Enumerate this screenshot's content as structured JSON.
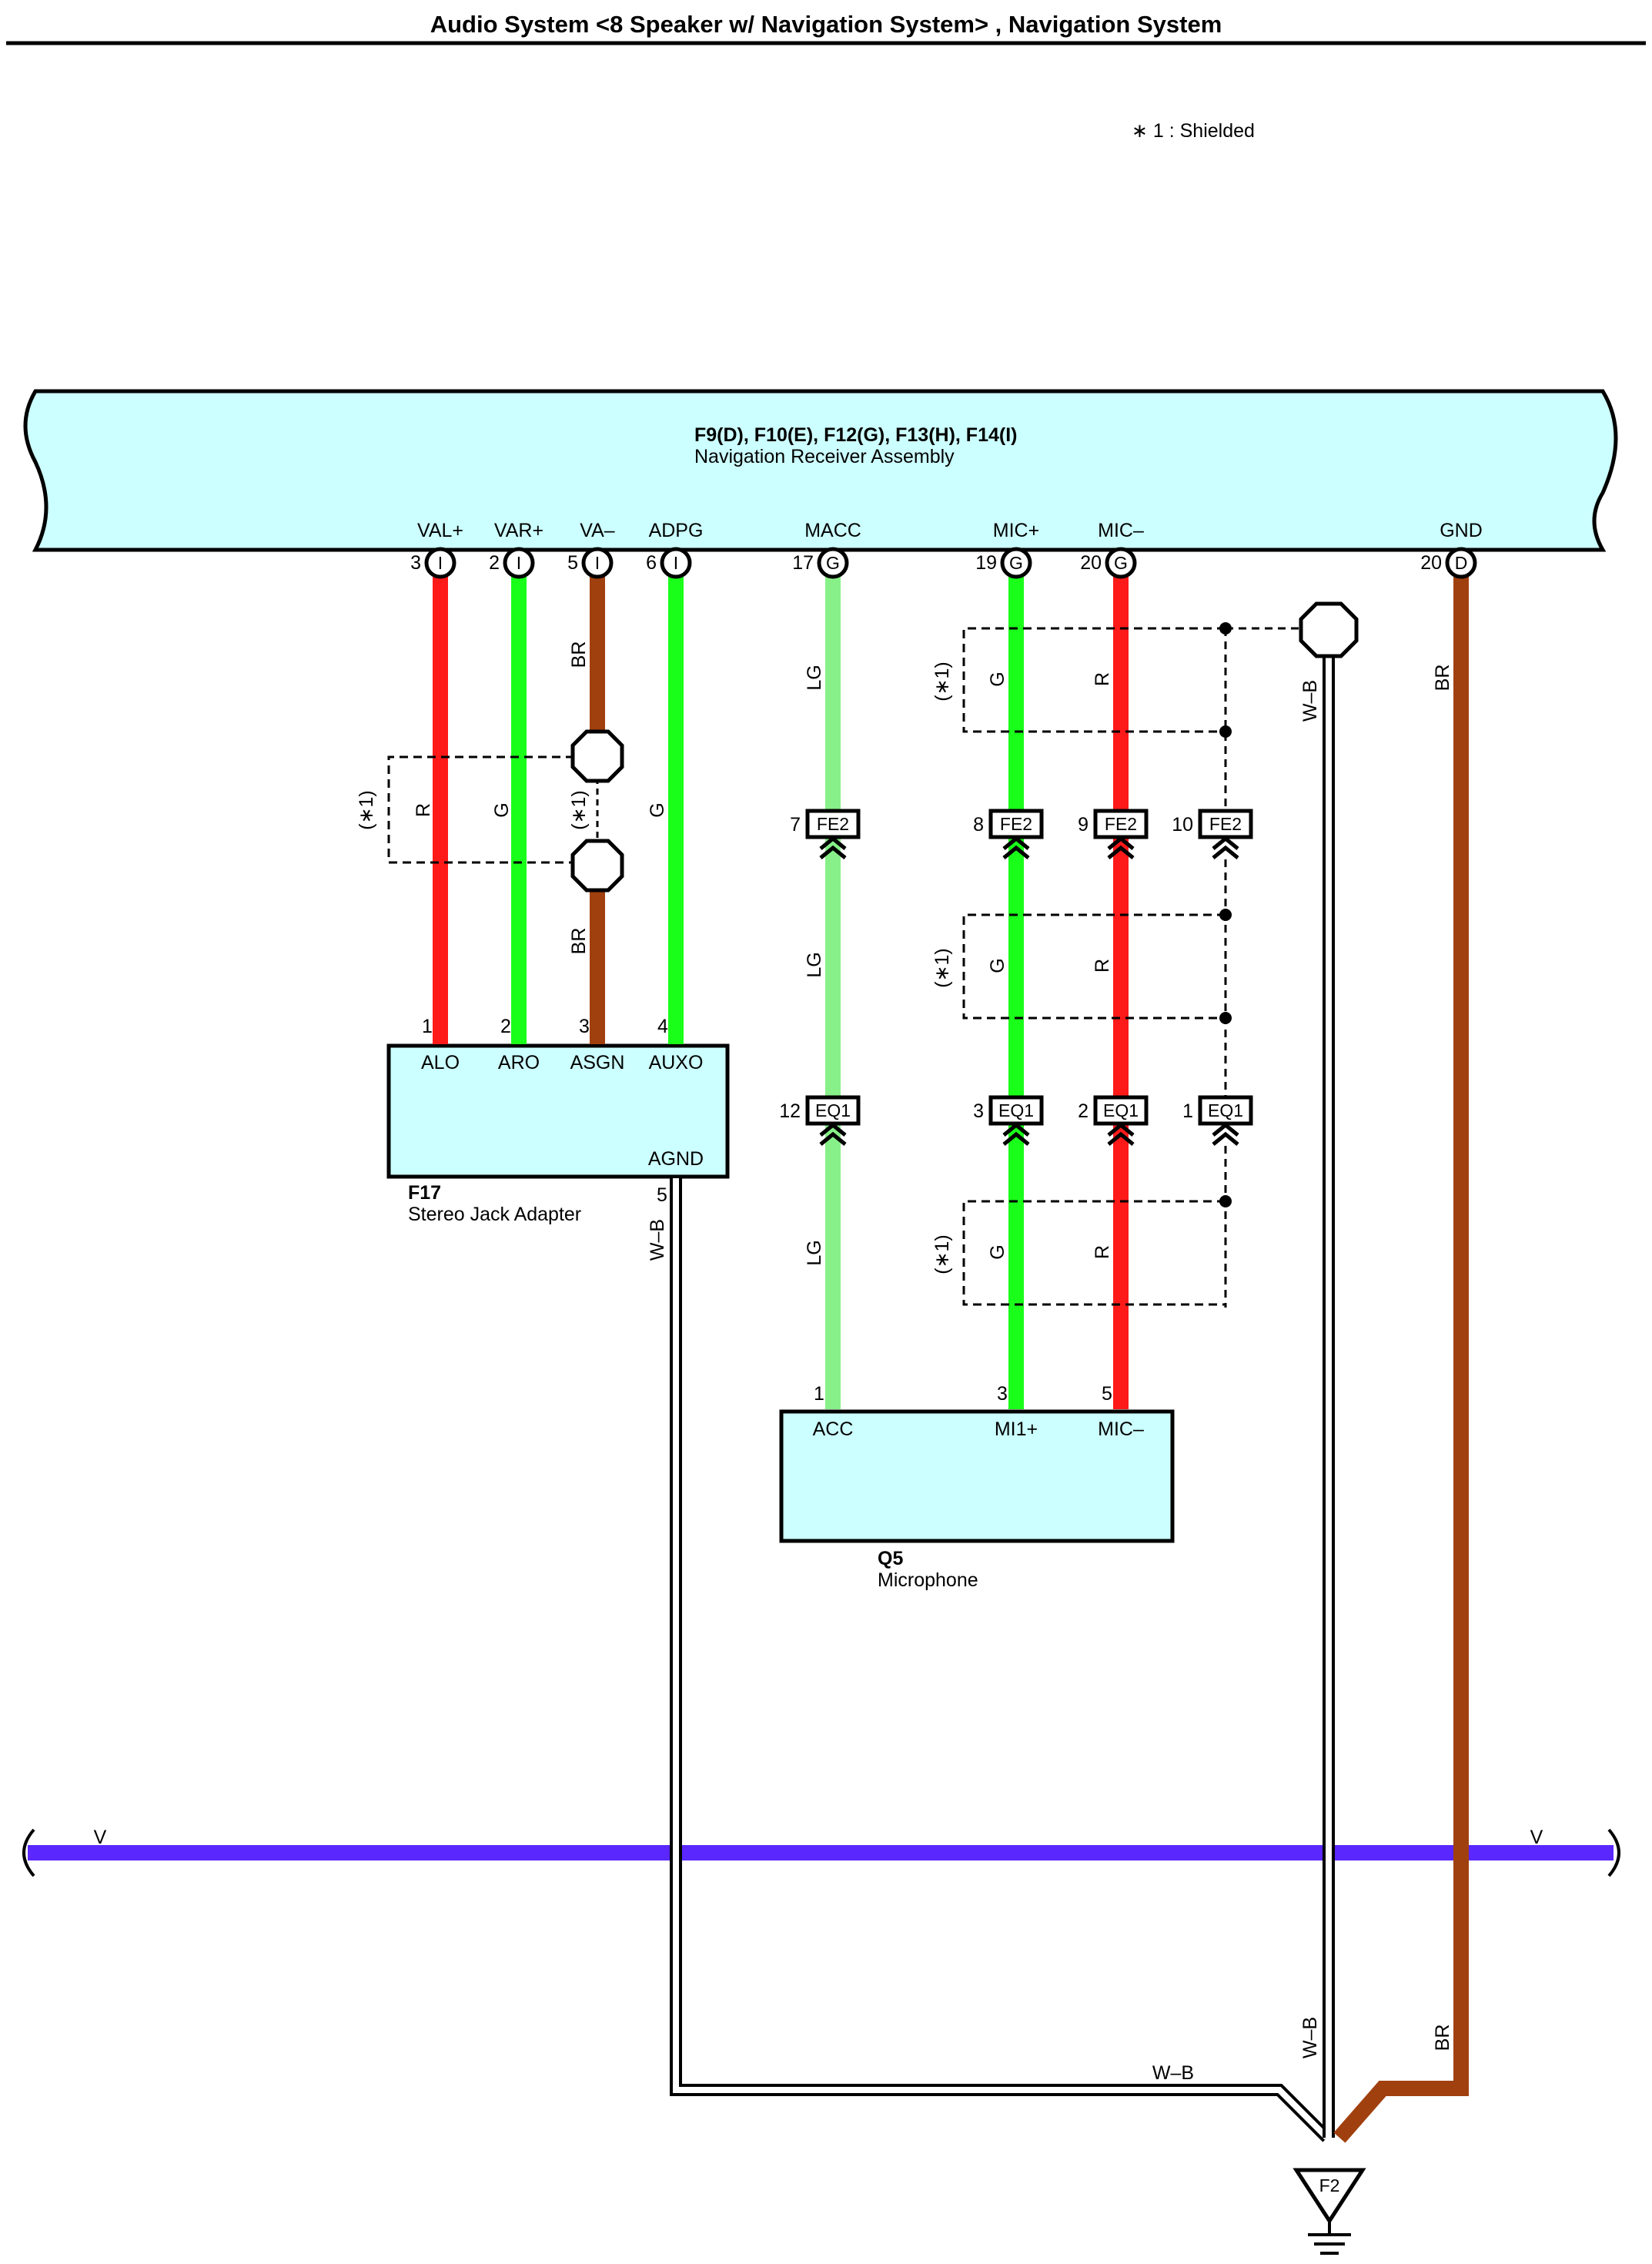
{
  "title": "Audio System <8 Speaker w/ Navigation System> , Navigation System",
  "note": "∗ 1 : Shielded",
  "receiver": {
    "connectors": "F9(D), F10(E), F12(G), F13(H), F14(I)",
    "name": "Navigation Receiver Assembly",
    "terminals": [
      {
        "name": "VAL+",
        "pin": "3",
        "code": "I"
      },
      {
        "name": "VAR+",
        "pin": "2",
        "code": "I"
      },
      {
        "name": "VA–",
        "pin": "5",
        "code": "I"
      },
      {
        "name": "ADPG",
        "pin": "6",
        "code": "I"
      },
      {
        "name": "MACC",
        "pin": "17",
        "code": "G"
      },
      {
        "name": "MIC+",
        "pin": "19",
        "code": "G"
      },
      {
        "name": "MIC–",
        "pin": "20",
        "code": "G"
      },
      {
        "name": "GND",
        "pin": "20",
        "code": "D"
      }
    ]
  },
  "stereo_jack": {
    "id": "F17",
    "name": "Stereo Jack Adapter",
    "terminals": [
      {
        "name": "ALO",
        "pin": "1"
      },
      {
        "name": "ARO",
        "pin": "2"
      },
      {
        "name": "ASGN",
        "pin": "3"
      },
      {
        "name": "AUXO",
        "pin": "4"
      }
    ],
    "ground_terminal": {
      "name": "AGND",
      "pin": "5"
    }
  },
  "microphone": {
    "id": "Q5",
    "name": "Microphone",
    "terminals": [
      {
        "name": "ACC",
        "pin": "1"
      },
      {
        "name": "MI1+",
        "pin": "3"
      },
      {
        "name": "MIC–",
        "pin": "5"
      }
    ]
  },
  "connectors_fe2": [
    {
      "pin": "7",
      "code": "FE2"
    },
    {
      "pin": "8",
      "code": "FE2"
    },
    {
      "pin": "9",
      "code": "FE2"
    },
    {
      "pin": "10",
      "code": "FE2"
    }
  ],
  "connectors_eq1": [
    {
      "pin": "12",
      "code": "EQ1"
    },
    {
      "pin": "3",
      "code": "EQ1"
    },
    {
      "pin": "2",
      "code": "EQ1"
    },
    {
      "pin": "1",
      "code": "EQ1"
    }
  ],
  "wire_colors": {
    "R": "R",
    "G": "G",
    "BR": "BR",
    "LG": "LG",
    "WB": "W–B",
    "V": "V"
  },
  "shield_label": "(∗1)",
  "ground_point": "F2",
  "colors": {
    "red": "#ff1a1a",
    "green": "#1aff1a",
    "light_green": "#88f088",
    "brown": "#a0400f",
    "violet": "#5a28ff",
    "component_fill": "#ccffff"
  }
}
